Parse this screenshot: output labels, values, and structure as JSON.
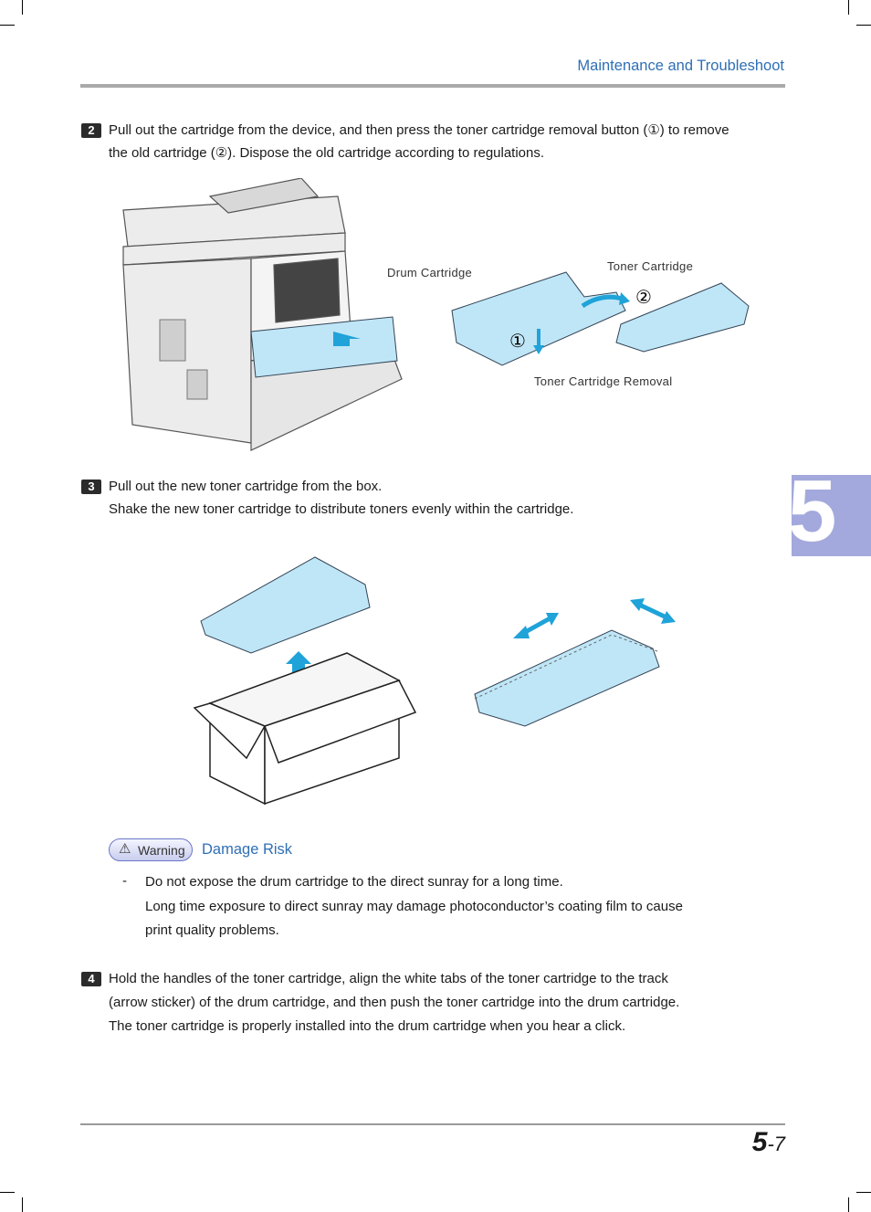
{
  "header": {
    "section_title": "Maintenance and Troubleshoot"
  },
  "chapter_tab": {
    "number": "5"
  },
  "steps": [
    {
      "badge": "2",
      "lines": [
        "Pull out the cartridge from the device, and then press the toner cartridge removal button (①) to remove",
        "the old cartridge (②). Dispose the old cartridge according to regulations."
      ]
    },
    {
      "badge": "3",
      "lines": [
        "Pull out the new toner cartridge from the box.",
        "Shake the new toner cartridge to distribute toners evenly within the cartridge."
      ]
    },
    {
      "badge": "4",
      "lines": [
        "Hold the handles of the toner cartridge, align the white tabs of the toner cartridge to the track",
        "(arrow sticker) of the drum cartridge, and then push the toner cartridge into the drum cartridge.",
        "The toner cartridge is properly installed into the drum cartridge when you hear a click."
      ]
    }
  ],
  "figure1": {
    "labels": {
      "drum": "Drum Cartridge",
      "toner": "Toner Cartridge",
      "removal": "Toner Cartridge Removal"
    },
    "markers": {
      "one": "①",
      "two": "②"
    }
  },
  "warning": {
    "badge_label": "Warning",
    "title": "Damage Risk",
    "dash": "-",
    "lines": [
      "Do not expose the drum cartridge to the direct sunray for a long time.",
      "Long time exposure to direct sunray may damage photoconductor’s coating film to cause",
      "print quality problems."
    ]
  },
  "footer": {
    "page_major": "5",
    "page_minor": "-7"
  },
  "colors": {
    "accent_blue": "#2f6fb5",
    "tab": "#a3a9dc",
    "cartridge": "#bfe6f7",
    "arrow": "#1fa3d8"
  }
}
